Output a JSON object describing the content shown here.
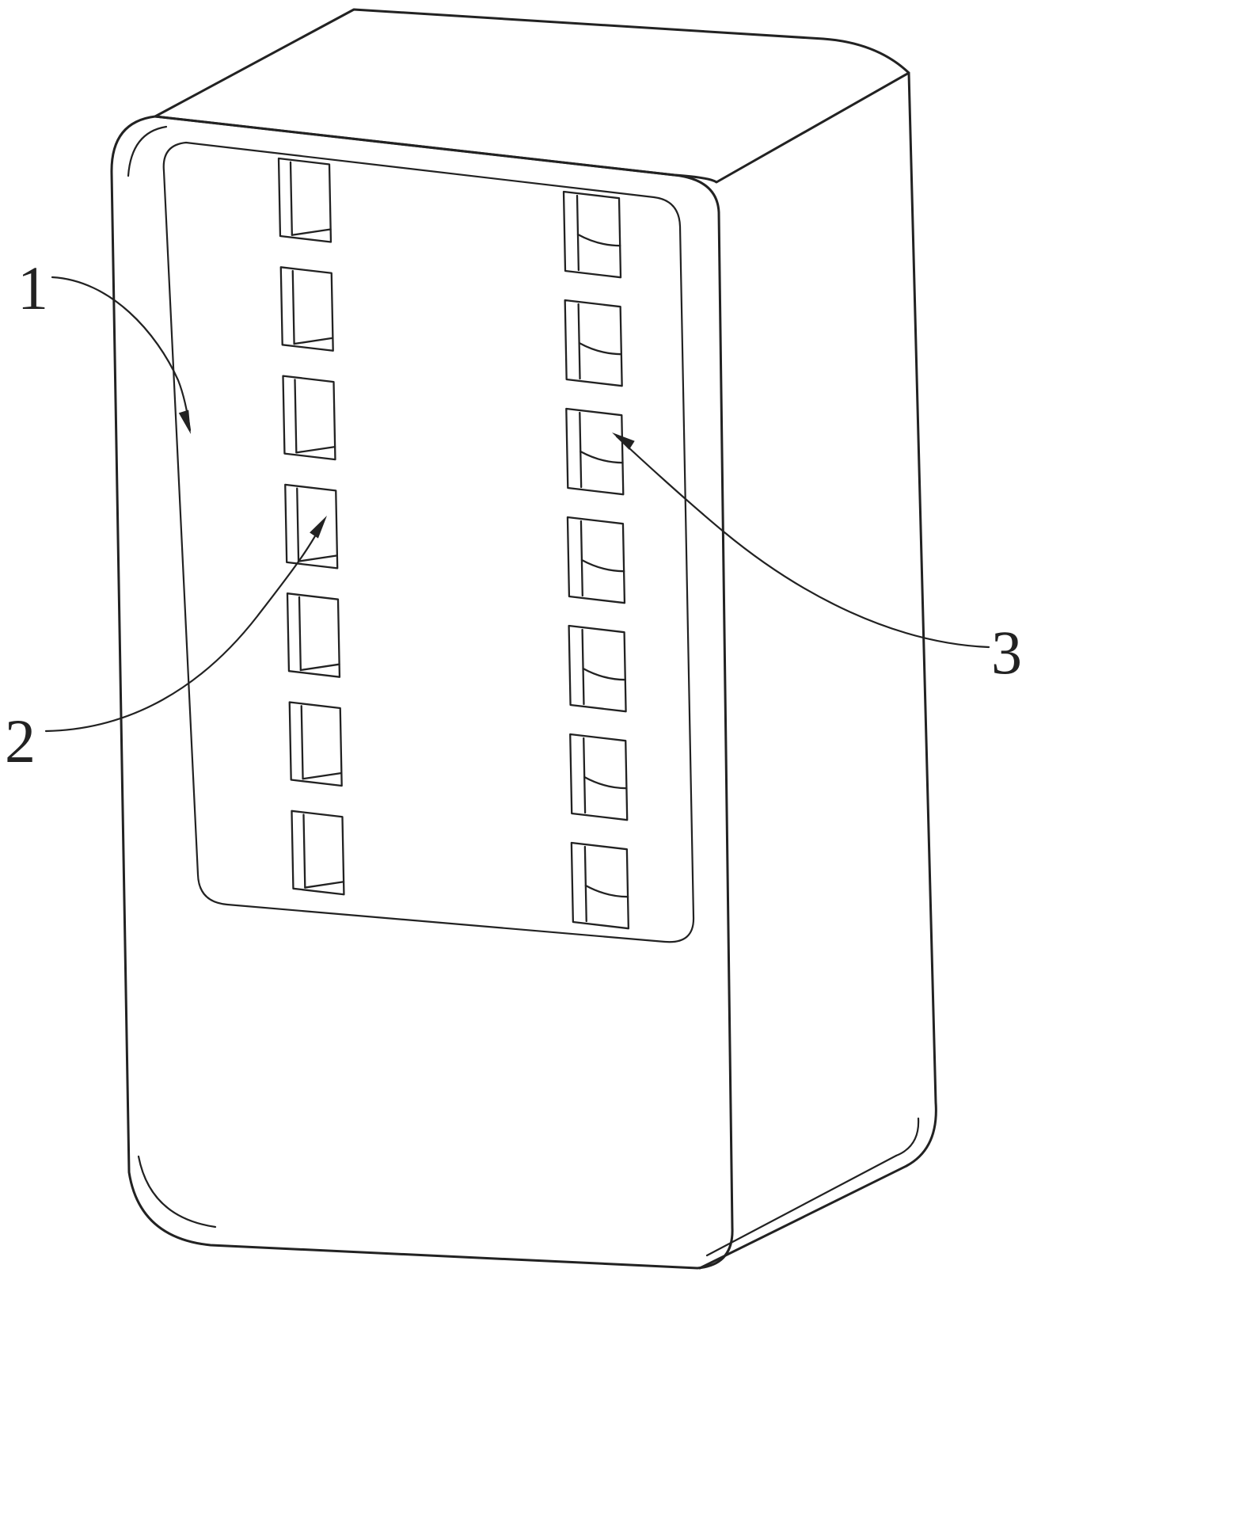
{
  "figure": {
    "type": "patent-line-drawing",
    "description": "Perspective line drawing of a rectangular enclosure with a front panel containing two vertical columns of rectangular slot openings, annotated with reference numerals",
    "background_color": "#ffffff",
    "line_color": "#222222",
    "slot_columns": {
      "left_count": 7,
      "right_count": 7
    },
    "labels": [
      {
        "id": "1",
        "text": "1",
        "target": "enclosure front face"
      },
      {
        "id": "2",
        "text": "2",
        "target": "left column slot"
      },
      {
        "id": "3",
        "text": "3",
        "target": "right column slot"
      }
    ]
  }
}
